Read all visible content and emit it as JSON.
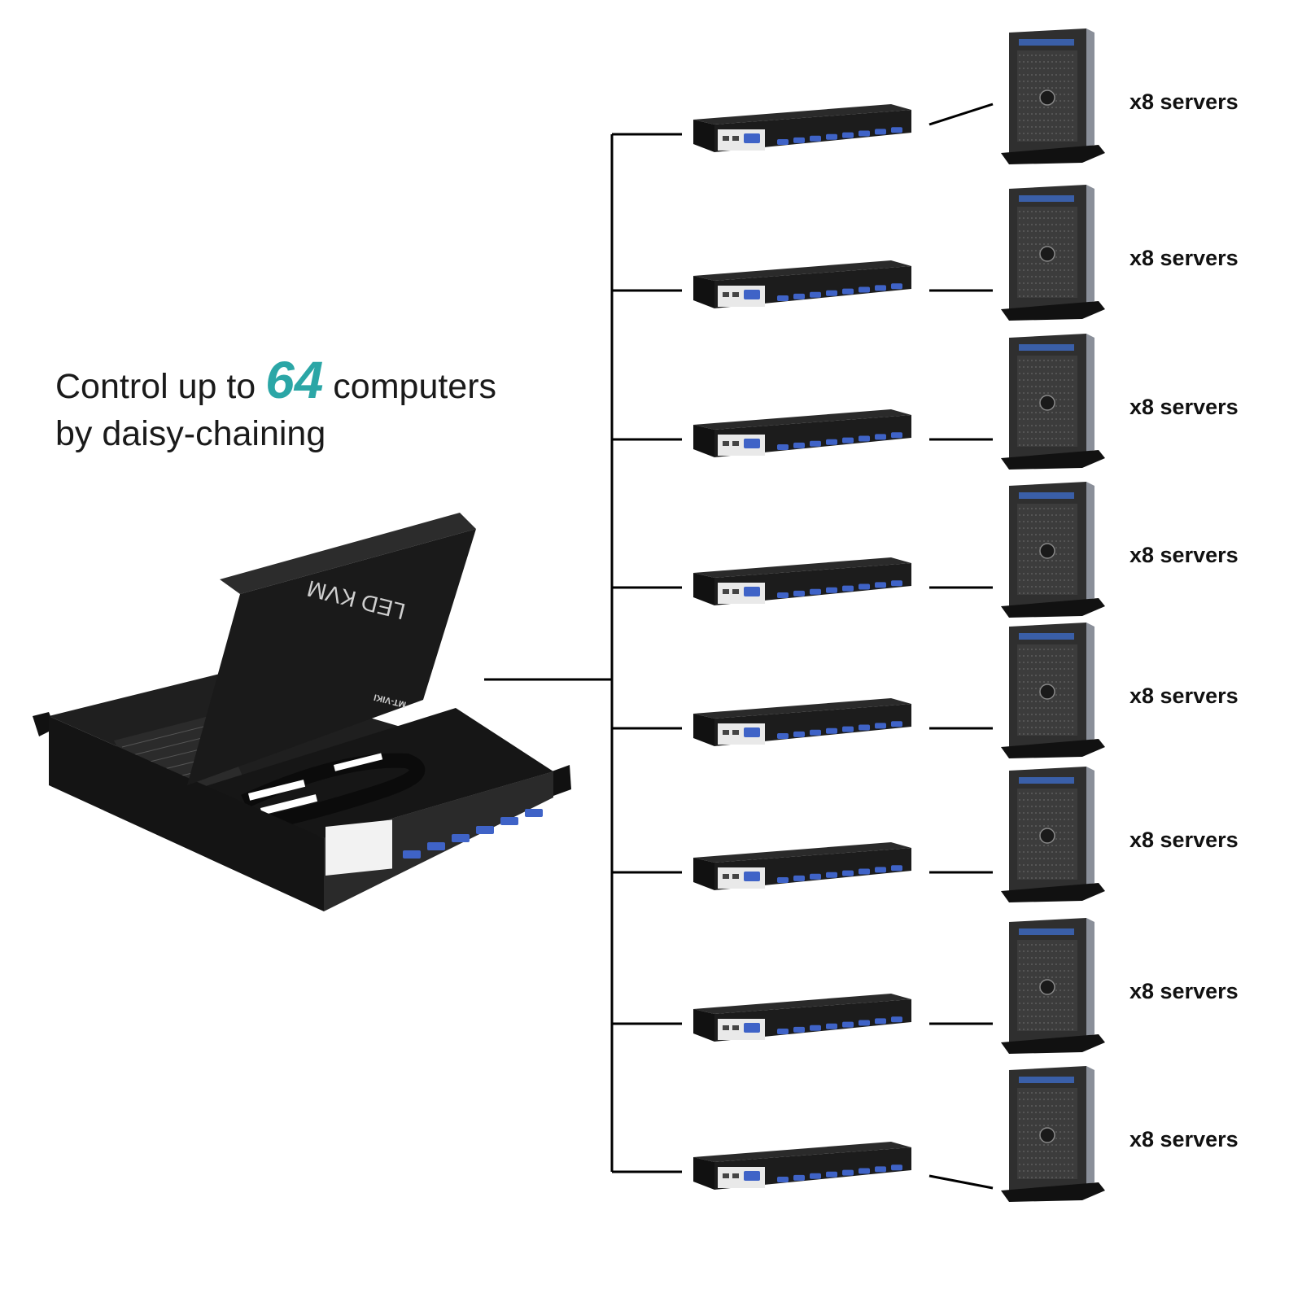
{
  "headline": {
    "line1_pre": "Control up to ",
    "line1_number": "64",
    "line1_post": " computers",
    "line2": "by daisy-chaining"
  },
  "main_kvm": {
    "screen_label": "LED KVM",
    "brand": "MT-VIKI"
  },
  "chain": [
    {
      "label": "x8 servers"
    },
    {
      "label": "x8 servers"
    },
    {
      "label": "x8 servers"
    },
    {
      "label": "x8 servers"
    },
    {
      "label": "x8 servers"
    },
    {
      "label": "x8 servers"
    },
    {
      "label": "x8 servers"
    },
    {
      "label": "x8 servers"
    }
  ],
  "colors": {
    "accent": "#2ba6a6",
    "device_dark": "#1c1c1c",
    "port_blue": "#3f63c7",
    "line": "#000000"
  }
}
